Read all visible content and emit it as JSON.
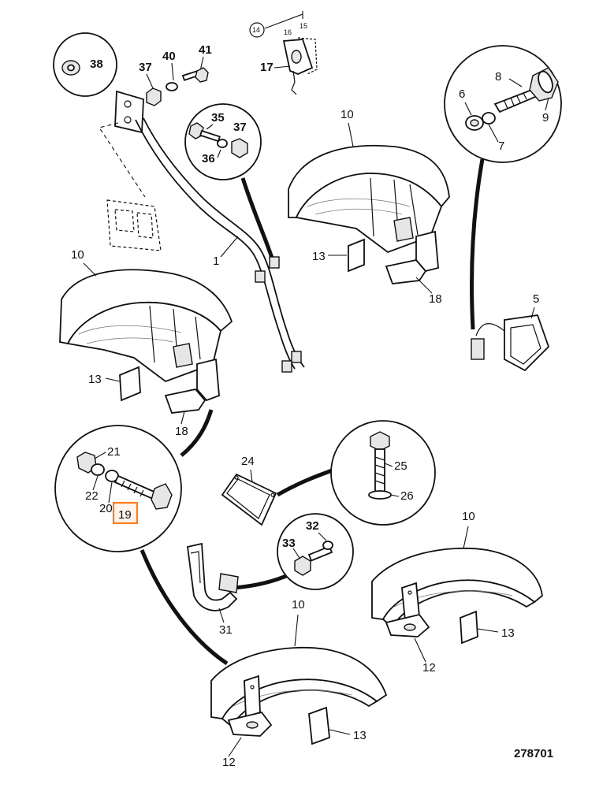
{
  "drawing": {
    "reference_number": "278701",
    "highlighted_part": "19"
  },
  "callouts": {
    "c1": "1",
    "c5": "5",
    "c6": "6",
    "c7": "7",
    "c8": "8",
    "c9": "9",
    "c10a": "10",
    "c10b": "10",
    "c10c": "10",
    "c10d": "10",
    "c12a": "12",
    "c12b": "12",
    "c13a": "13",
    "c13b": "13",
    "c13c": "13",
    "c13d": "13",
    "c14": "14",
    "c15": "15",
    "c16": "16",
    "c17": "17",
    "c18a": "18",
    "c18b": "18",
    "c19": "19",
    "c20": "20",
    "c21": "21",
    "c22": "22",
    "c24": "24",
    "c25": "25",
    "c26": "26",
    "c31": "31",
    "c32": "32",
    "c33": "33",
    "c35": "35",
    "c36": "36",
    "c37a": "37",
    "c37b": "37",
    "c38": "38",
    "c40": "40",
    "c41": "41"
  }
}
